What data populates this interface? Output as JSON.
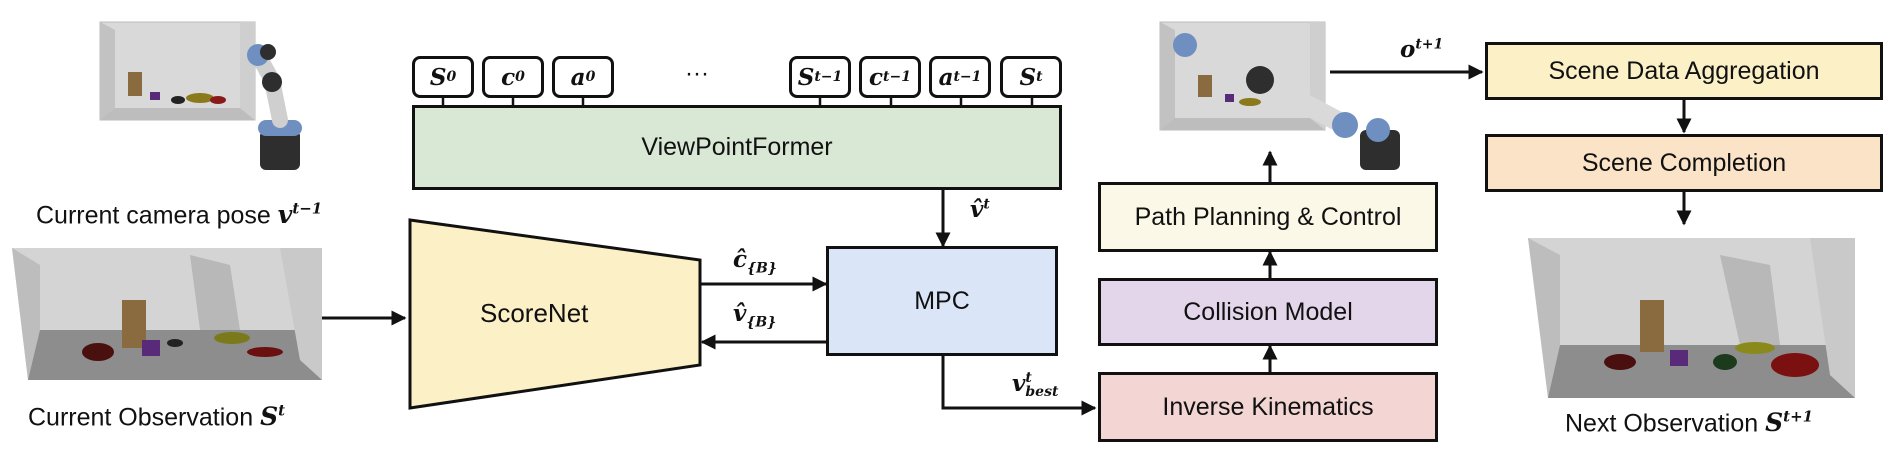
{
  "captions": {
    "camera_pose": "Current camera pose",
    "camera_pose_sym": "v",
    "camera_pose_sup": "t−1",
    "current_obs": "Current Observation",
    "current_obs_sym": "S",
    "current_obs_sup": "t",
    "next_obs": "Next Observation",
    "next_obs_sym": "S",
    "next_obs_sup": "t+1"
  },
  "tokens": [
    {
      "sym": "S",
      "sup": "0"
    },
    {
      "sym": "c",
      "sup": "0"
    },
    {
      "sym": "a",
      "sup": "0"
    },
    {
      "sym": "S",
      "sup": "t−1"
    },
    {
      "sym": "c",
      "sup": "t−1"
    },
    {
      "sym": "a",
      "sup": "t−1"
    },
    {
      "sym": "S",
      "sup": "t"
    }
  ],
  "ellipsis": "···",
  "blocks": {
    "viewpointformer": "ViewPointFormer",
    "scorenet": "ScoreNet",
    "mpc": "MPC",
    "path_planning": "Path Planning & Control",
    "collision_model": "Collision Model",
    "inverse_kinematics": "Inverse Kinematics",
    "scene_data_aggregation": "Scene Data Aggregation",
    "scene_completion": "Scene Completion"
  },
  "labels": {
    "v_hat": {
      "sym": "v̂",
      "sup": "t"
    },
    "c_hat_B": {
      "sym": "ĉ",
      "sub": "{B}"
    },
    "v_hat_B": {
      "sym": "v̂",
      "sub": "{B}"
    },
    "v_best": {
      "sym": "v",
      "sup": "t",
      "sub": "best"
    },
    "o_next": {
      "sym": "o",
      "sup": "t+1"
    }
  },
  "colors": {
    "viewpointformer": "#d9e8d4",
    "scorenet": "#fbf0c6",
    "mpc": "#dae6f8",
    "path_planning": "#fbf8e8",
    "collision_model": "#e3d6ea",
    "inverse_kinematics": "#f3d5d3",
    "scene_data_aggregation": "#fbf0c6",
    "scene_completion": "#fbe3c8"
  }
}
